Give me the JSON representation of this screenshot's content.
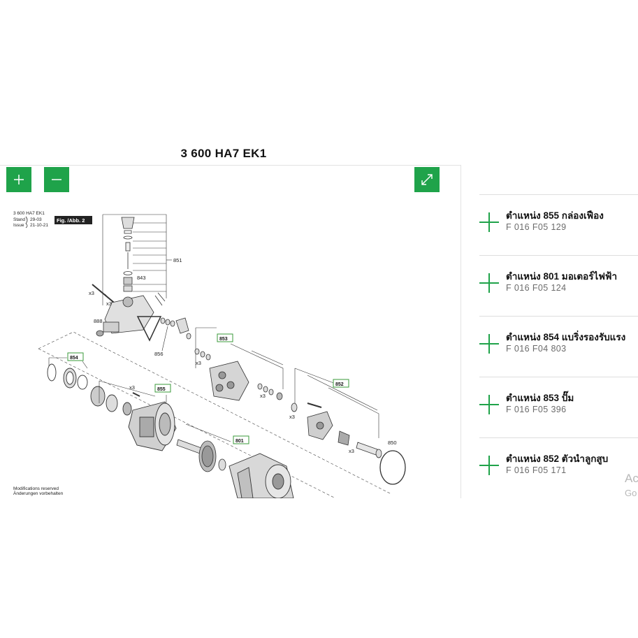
{
  "diagram": {
    "title": "3 600 HA7 EK1",
    "meta_model": "3 600 HA7 EK1",
    "meta_stand_label": "Stand",
    "meta_stand_value": "29-03",
    "meta_issue_label": "Issue",
    "meta_issue_value": "21-10-21",
    "fig_label": "Fig. /Abb. 2",
    "footer_line1": "Modifications reserved",
    "footer_line2": "Änderungen vorbehalten",
    "labels": {
      "p851": "851",
      "p843": "843",
      "p888": "888",
      "p856": "856",
      "p850": "850",
      "x3": "x3"
    },
    "boxed_labels": {
      "p853": "853",
      "p854": "854",
      "p855": "855",
      "p852": "852",
      "p801": "801"
    }
  },
  "toolbar": {
    "zoom_in_icon": "plus-icon",
    "zoom_out_icon": "minus-icon",
    "fullscreen_icon": "expand-icon",
    "accent_color": "#1fa34a"
  },
  "parts": [
    {
      "title": "ตำแหน่ง 855 กล่องเฟือง",
      "number": "F 016 F05 129"
    },
    {
      "title": "ตำแหน่ง 801 มอเตอร์ไฟฟ้า",
      "number": "F 016 F05 124"
    },
    {
      "title": "ตำแหน่ง 854 แบริ่งรองรับแรง",
      "number": "F 016 F04 803"
    },
    {
      "title": "ตำแหน่ง 853 ปั๊ม",
      "number": "F 016 F05 396"
    },
    {
      "title": "ตำแหน่ง 852 ตัวนำลูกสูบ",
      "number": "F 016 F05 171"
    }
  ],
  "watermark": {
    "line1": "Ac",
    "line2": "Go"
  }
}
